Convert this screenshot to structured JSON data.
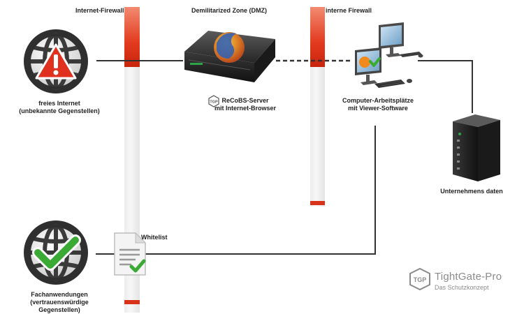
{
  "zones": {
    "internet_firewall": "Internet-Firewall",
    "dmz": "Demilitarized Zone (DMZ)",
    "internal_firewall": "interne Firewall"
  },
  "nodes": {
    "free_internet": {
      "line1": "freies Internet",
      "line2": "(unbekannte Gegenstellen)"
    },
    "recobs_server": {
      "line1": "ReCoBS-Server",
      "line2": "mit Internet-Browser"
    },
    "workstations": {
      "line1": "Computer-Arbeitsplätze",
      "line2": "mit Viewer-Software"
    },
    "company_data": {
      "line1": "Unternehmens daten"
    },
    "applications": {
      "line1": "Fachanwendungen",
      "line2": "(vertrauenswürdige",
      "line3": "Gegenstellen)"
    },
    "whitelist": {
      "label": "Whitelist"
    }
  },
  "badge": {
    "text": "TGP"
  },
  "brand": {
    "logo_text": "TGP",
    "name": "TightGate-Pro",
    "tagline": "Das Schutzkonzept"
  },
  "colors": {
    "firewall_red": "#e23a1e",
    "globe_dark": "#3a3a3a",
    "warning_red": "#e0301e",
    "check_green": "#3aaa35",
    "line": "#333333"
  },
  "icons": {
    "internet": "globe-warning-icon",
    "trusted": "globe-check-icon",
    "server": "firefox-server-icon",
    "workstation": "workstation-icon",
    "database": "server-tower-icon",
    "document": "whitelist-document-icon"
  }
}
